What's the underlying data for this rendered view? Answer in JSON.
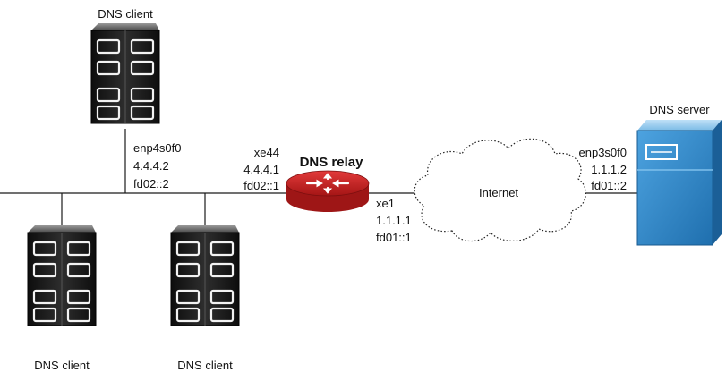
{
  "colors": {
    "line": "#1a1a1a",
    "router_red": "#d42424",
    "router_dark": "#9e1616",
    "server_dark": "#1c1c1c",
    "dns_server_blue": "#2b83c6"
  },
  "clients": {
    "top": {
      "label": "DNS client",
      "icon": "server-rack-icon"
    },
    "bottom_left": {
      "label": "DNS client",
      "icon": "server-rack-icon"
    },
    "bottom_mid": {
      "label": "DNS client",
      "icon": "server-rack-icon"
    }
  },
  "client_interface": {
    "name": "enp4s0f0",
    "ipv4": "4.4.4.2",
    "ipv6": "fd02::2"
  },
  "relay": {
    "label": "DNS relay",
    "icon": "router-icon",
    "inner_interface": {
      "name": "xe44",
      "ipv4": "4.4.4.1",
      "ipv6": "fd02::1"
    },
    "outer_interface": {
      "name": "xe1",
      "ipv4": "1.1.1.1",
      "ipv6": "fd01::1"
    }
  },
  "internet": {
    "label": "Internet",
    "icon": "cloud-icon"
  },
  "server": {
    "label": "DNS server",
    "icon": "server-icon",
    "interface": {
      "name": "enp3s0f0",
      "ipv4": "1.1.1.2",
      "ipv6": "fd01::2"
    }
  }
}
